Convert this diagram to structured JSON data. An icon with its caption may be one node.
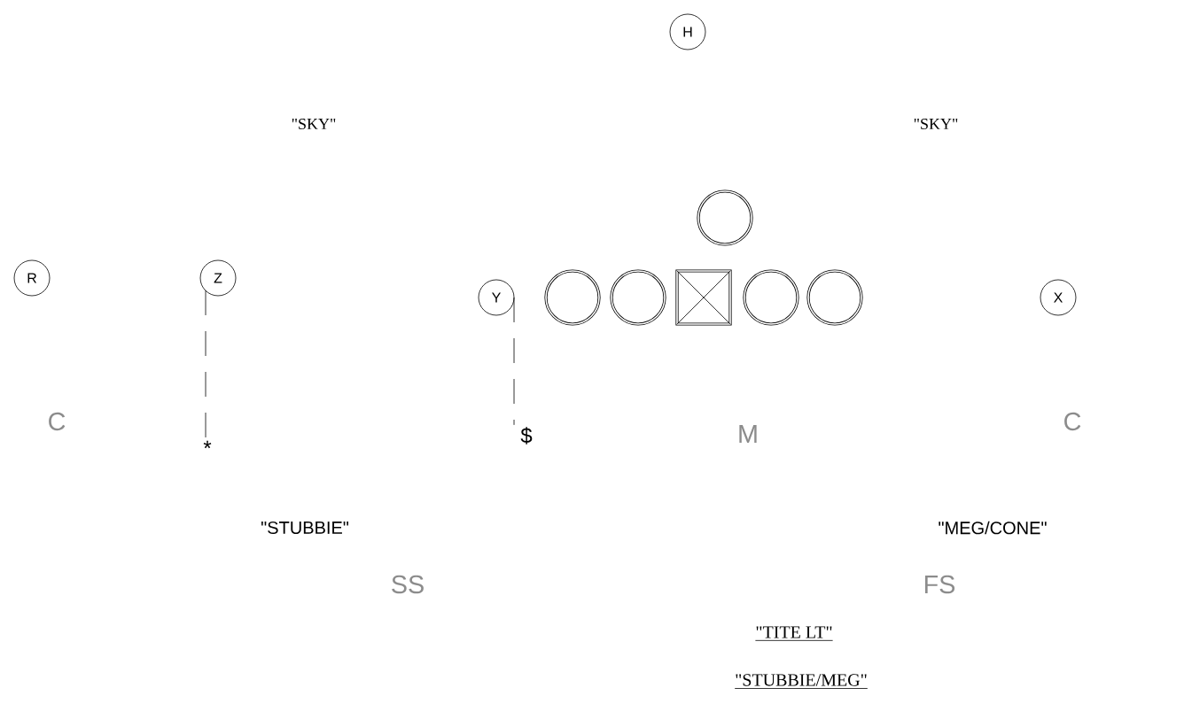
{
  "diagram": {
    "nodes": [
      {
        "text": [
          "H"
        ]
      },
      {
        "text": [
          "R"
        ]
      },
      {
        "text": [
          "Z"
        ]
      },
      {
        "text": [],
        "shape": "circle"
      },
      {
        "text": [
          "Y"
        ]
      },
      {
        "text": [],
        "shape": "circle"
      },
      {
        "text": [],
        "shape": "circle"
      },
      {
        "text": [],
        "shape": "box"
      },
      {
        "text": [],
        "shape": "circle"
      },
      {
        "text": [],
        "shape": "circle"
      },
      {
        "text": [
          "X"
        ]
      },
      {
        "text": [
          "*"
        ]
      },
      {
        "text": [
          "$"
        ]
      }
    ],
    "edges": [
      {
        "from": 2,
        "to": 11,
        "arrow": "none",
        "style": "dashed"
      },
      {
        "from": 4,
        "to": 12,
        "arrow": "none",
        "style": "dashed"
      }
    ],
    "labels": [
      "\"SKY\"",
      "\"SKY\"",
      "C",
      "C",
      "M",
      "\"STUBBIE\"",
      "\"MEG/CONE\"",
      "SS",
      "FS",
      "\"TITE LT\"",
      "\"STUBBIE/MEG\""
    ]
  }
}
